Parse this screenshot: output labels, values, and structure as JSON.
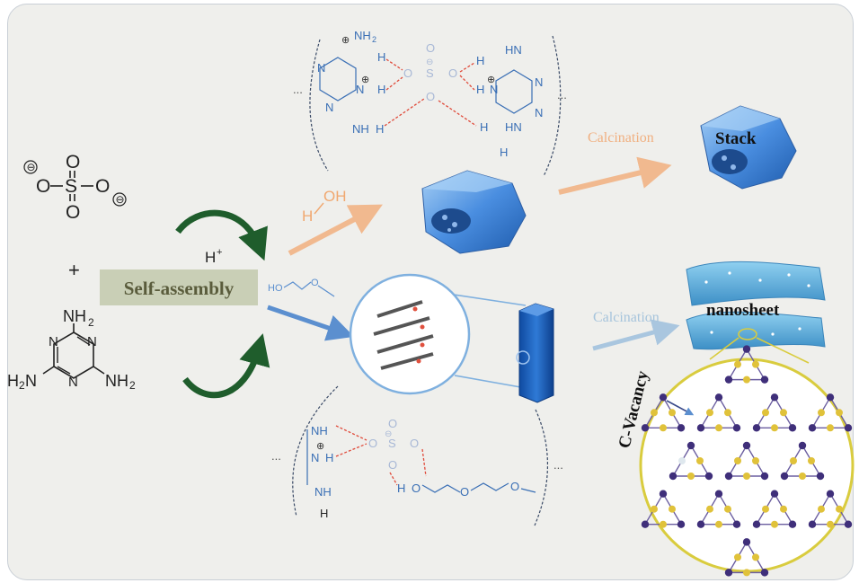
{
  "reactants": {
    "sulfate": {
      "central_atom": "S",
      "oxygen": "O",
      "charge": "⊖"
    },
    "plus_sign": "+",
    "melamine": {
      "nh2_top": "NH",
      "nh2_left": "H",
      "nh2_left_tail": "N",
      "nh2_right": "NH",
      "subscript_2": "2",
      "ring_nitrogen": "N"
    }
  },
  "proton_label": "H",
  "proton_charge": "+",
  "self_assembly_label": "Self-assembly",
  "water_label": "H",
  "water_label_oh": "OH",
  "glycol_label_ho": "HO",
  "glycol_label_o": "O",
  "top_complex": {
    "ellipsis": "...",
    "nh2": "NH",
    "subscript_2": "2",
    "n": "N",
    "h": "H",
    "plus": "⊕",
    "minus": "⊖",
    "o": "O",
    "s": "S",
    "hn": "HN",
    "h2": "H"
  },
  "bottom_complex": {
    "ellipsis": "...",
    "nh": "NH",
    "n": "N",
    "h": "H",
    "o": "O",
    "s": "S",
    "ho": "H",
    "plus": "⊕",
    "minus": "⊖"
  },
  "calcination_top": "Calcination",
  "calcination_bottom": "Calcination",
  "stack_label": "Stack",
  "nanosheet_label": "nanosheet",
  "vacancy_label": "C-Vacancy",
  "colors": {
    "panel_bg": "#efefec",
    "frame_border": "#c9cfd6",
    "arrow_orange": "#f1b98f",
    "arrow_blue": "#5b8fcf",
    "arrow_lightblue": "#a9c6df",
    "curved_arrow_green": "#1f5d2c",
    "self_assembly_box": "#c9cfb6",
    "self_assembly_text": "#5a5c3c",
    "calcination_orange": "#f0b081",
    "calcination_blue": "#a6c4dc",
    "crystal_blue": "#4a8ee0",
    "rod_blue": "#1e66c2",
    "sheet_teal": "#55a9d8",
    "atom_purple": "#3f2f7a",
    "atom_yellow": "#e0c23a",
    "zoom_circle": "#d9cc3e",
    "hbond_red": "#e04a3a",
    "molecule_blue": "#3a6fb5",
    "molecule_pale": "#a8b8d6"
  }
}
